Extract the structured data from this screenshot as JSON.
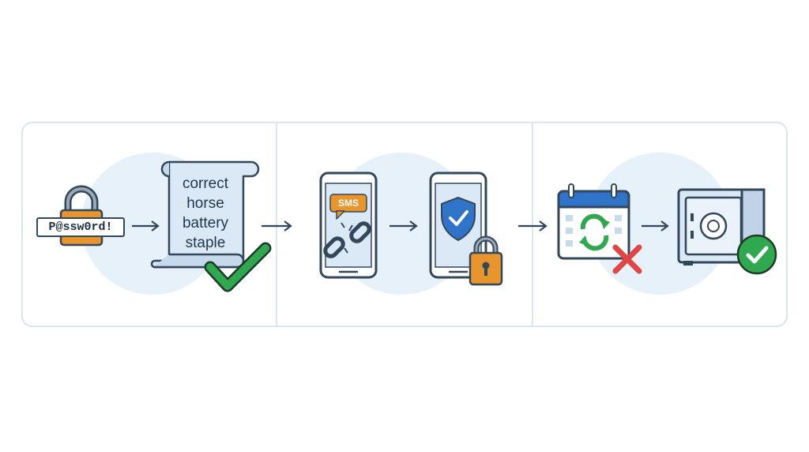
{
  "password_example": "P@ssw0rd!",
  "passphrase_words": [
    "correct",
    "horse",
    "battery",
    "staple"
  ],
  "sms_label": "SMS",
  "colors": {
    "outline": "#33475b",
    "panel_border": "#dce6ee",
    "glow": "#e6f1f9",
    "screen_blue": "#dbe9f6",
    "lock_orange": "#e8952e",
    "check_green": "#2fa84f",
    "cross_red": "#e04646",
    "shield_blue": "#2f74c8"
  },
  "icons": [
    "padlock-icon",
    "scroll-icon",
    "green-check-icon",
    "smartphone-icon",
    "sms-bubble-icon",
    "broken-chain-icon",
    "shield-check-icon",
    "orange-padlock-icon",
    "calendar-icon",
    "refresh-arrows-icon",
    "red-x-icon",
    "safe-icon",
    "check-badge-icon",
    "arrow-right-icon"
  ]
}
